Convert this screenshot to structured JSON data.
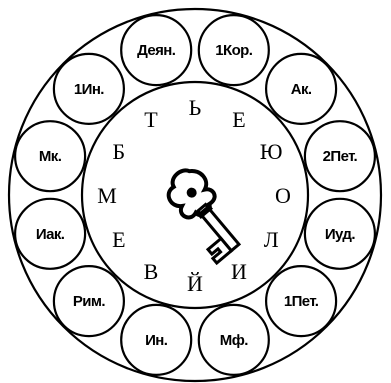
{
  "diagram": {
    "books": [
      "1Кор.",
      "Ак.",
      "2Пет.",
      "Иуд.",
      "1Пет.",
      "Мф.",
      "Ин.",
      "Рим.",
      "Иак.",
      "Мк.",
      "1Ин.",
      "Деян."
    ],
    "letters": [
      "Ь",
      "Е",
      "Ю",
      "О",
      "Л",
      "И",
      "Й",
      "В",
      "Е",
      "М",
      "Б",
      "Т"
    ],
    "center_icon": "key-icon"
  }
}
